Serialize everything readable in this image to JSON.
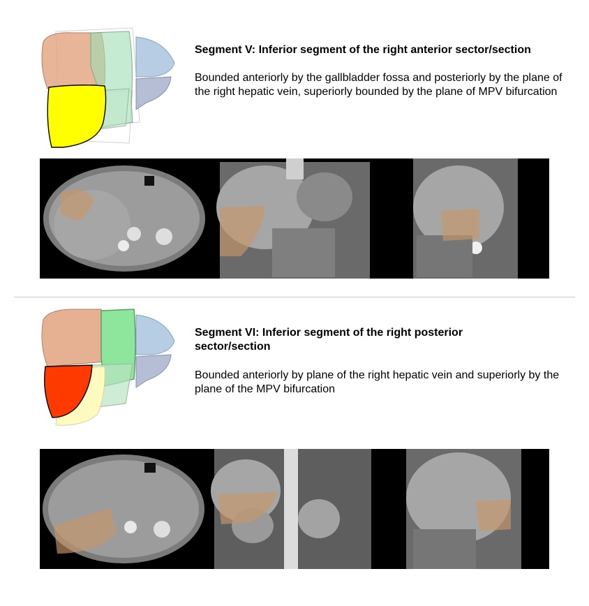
{
  "segments": [
    {
      "title": "Segment V:  Inferior segment of the right anterior sector/section",
      "description": "Bounded anteriorly by the gallbladder fossa and posteriorly by the plane of the right hepatic vein, superiorly bounded by the plane of MPV bifurcation",
      "highlight_color": "#ffff00"
    },
    {
      "title": "Segment VI: Inferior segment of the right posterior sector/section",
      "description": "Bounded anteriorly by plane of the right hepatic vein and superiorly by the plane of the MPV bifurcation",
      "highlight_color": "#ff3a00"
    }
  ],
  "colors": {
    "overlay": "#c8966a",
    "divider": "#c8c8c8"
  }
}
